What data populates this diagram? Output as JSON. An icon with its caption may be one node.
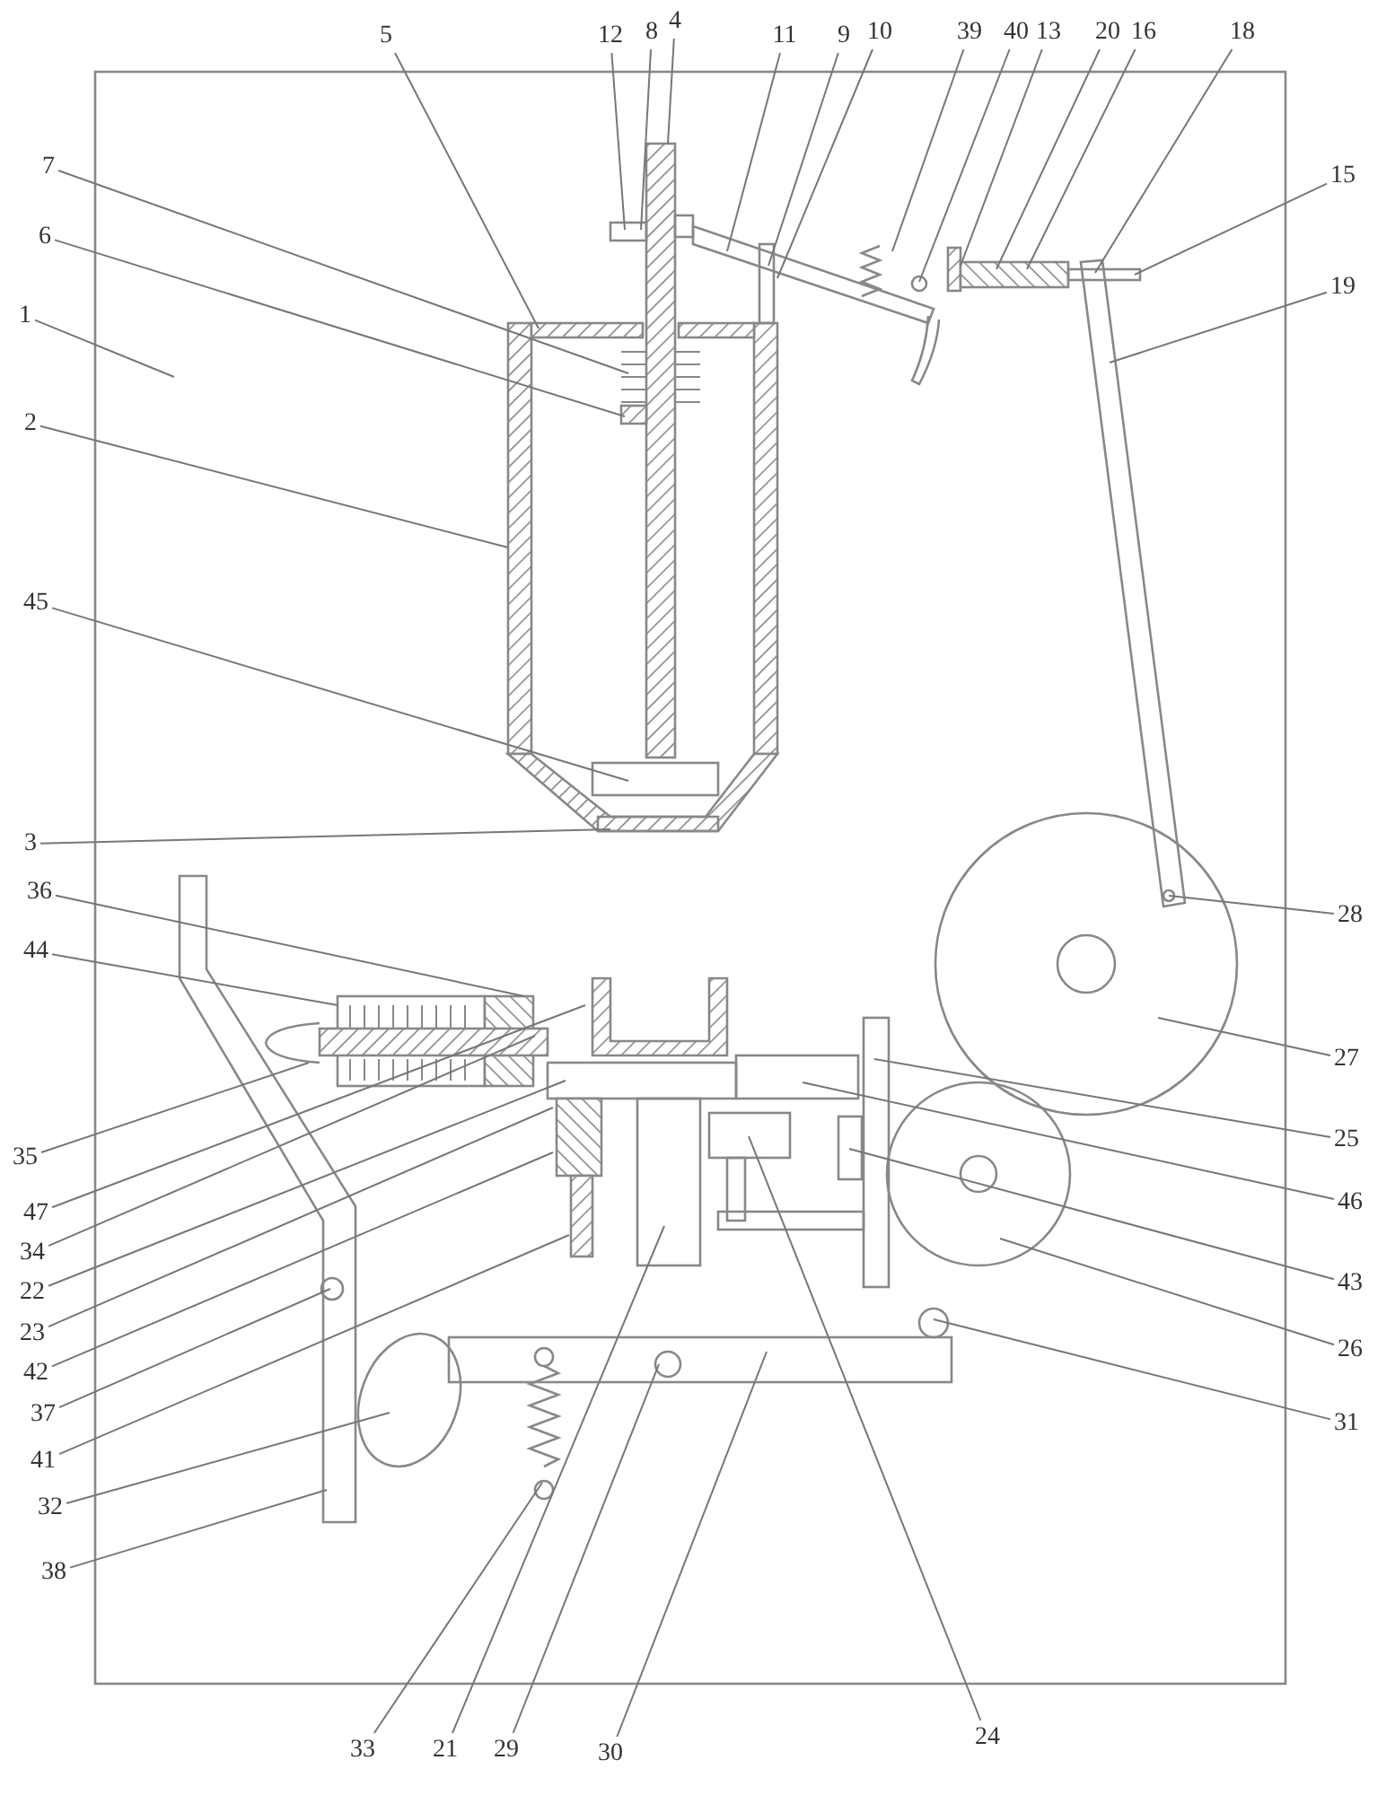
{
  "diagram": {
    "nodes": [
      {
        "text": [
          "5"
        ]
      },
      {
        "text": [
          "12"
        ]
      },
      {
        "text": [
          "8"
        ]
      },
      {
        "text": [
          "4"
        ]
      },
      {
        "text": [
          "11"
        ]
      },
      {
        "text": [
          "9"
        ]
      },
      {
        "text": [
          "10"
        ]
      },
      {
        "text": [
          "39"
        ]
      },
      {
        "text": [
          "40"
        ]
      },
      {
        "text": [
          "13"
        ]
      },
      {
        "text": [
          "20"
        ]
      },
      {
        "text": [
          "16"
        ]
      },
      {
        "text": [
          "18"
        ]
      },
      {
        "text": [
          "15"
        ]
      },
      {
        "text": [
          "7"
        ]
      },
      {
        "text": [
          "19"
        ]
      },
      {
        "text": [
          "6"
        ]
      },
      {
        "text": [
          "1"
        ]
      },
      {
        "text": [
          "2"
        ]
      },
      {
        "text": [
          "45"
        ]
      },
      {
        "text": [
          "3"
        ]
      },
      {
        "text": [
          "36"
        ]
      },
      {
        "text": [
          "28"
        ]
      },
      {
        "text": [
          "44"
        ]
      },
      {
        "text": [
          "27"
        ]
      },
      {
        "text": [
          "35"
        ]
      },
      {
        "text": [
          "25"
        ]
      },
      {
        "text": [
          "47"
        ]
      },
      {
        "text": [
          "46"
        ]
      },
      {
        "text": [
          "34"
        ]
      },
      {
        "text": [
          "43"
        ]
      },
      {
        "text": [
          "22"
        ]
      },
      {
        "text": [
          "23"
        ]
      },
      {
        "text": [
          "26"
        ]
      },
      {
        "text": [
          "42"
        ]
      },
      {
        "text": [
          "37"
        ]
      },
      {
        "text": [
          "31"
        ]
      },
      {
        "text": [
          "41"
        ]
      },
      {
        "text": [
          "32"
        ]
      },
      {
        "text": [
          "38"
        ]
      },
      {
        "text": [
          "24"
        ]
      },
      {
        "text": [
          "33"
        ]
      },
      {
        "text": [
          "21"
        ]
      },
      {
        "text": [
          "29"
        ]
      },
      {
        "text": [
          "30"
        ]
      }
    ],
    "edges": [
      {
        "from": 0,
        "to": null,
        "arrow": "none"
      },
      {
        "from": 1,
        "to": null,
        "arrow": "none"
      },
      {
        "from": 2,
        "to": null,
        "arrow": "none"
      },
      {
        "from": 3,
        "to": null,
        "arrow": "none"
      },
      {
        "from": 4,
        "to": null,
        "arrow": "none"
      },
      {
        "from": 5,
        "to": null,
        "arrow": "none"
      },
      {
        "from": 6,
        "to": null,
        "arrow": "none"
      },
      {
        "from": 7,
        "to": null,
        "arrow": "none"
      },
      {
        "from": 8,
        "to": null,
        "arrow": "none"
      },
      {
        "from": 9,
        "to": null,
        "arrow": "none"
      },
      {
        "from": 10,
        "to": null,
        "arrow": "none"
      },
      {
        "from": 11,
        "to": null,
        "arrow": "none"
      },
      {
        "from": 12,
        "to": null,
        "arrow": "none"
      },
      {
        "from": 13,
        "to": null,
        "arrow": "none"
      },
      {
        "from": 14,
        "to": null,
        "arrow": "none"
      },
      {
        "from": 15,
        "to": null,
        "arrow": "none"
      },
      {
        "from": 16,
        "to": null,
        "arrow": "none"
      },
      {
        "from": 17,
        "to": null,
        "arrow": "none"
      },
      {
        "from": 18,
        "to": null,
        "arrow": "none"
      },
      {
        "from": 19,
        "to": null,
        "arrow": "none"
      },
      {
        "from": 20,
        "to": null,
        "arrow": "none"
      },
      {
        "from": 21,
        "to": null,
        "arrow": "none"
      },
      {
        "from": 22,
        "to": null,
        "arrow": "none"
      },
      {
        "from": 23,
        "to": null,
        "arrow": "none"
      },
      {
        "from": 24,
        "to": null,
        "arrow": "none"
      },
      {
        "from": 25,
        "to": null,
        "arrow": "none"
      },
      {
        "from": 26,
        "to": null,
        "arrow": "none"
      },
      {
        "from": 27,
        "to": null,
        "arrow": "none"
      },
      {
        "from": 28,
        "to": null,
        "arrow": "none"
      },
      {
        "from": 29,
        "to": null,
        "arrow": "none"
      },
      {
        "from": 30,
        "to": null,
        "arrow": "none"
      },
      {
        "from": 31,
        "to": null,
        "arrow": "none"
      },
      {
        "from": 32,
        "to": null,
        "arrow": "none"
      },
      {
        "from": 33,
        "to": null,
        "arrow": "none"
      },
      {
        "from": 34,
        "to": null,
        "arrow": "none"
      },
      {
        "from": 35,
        "to": null,
        "arrow": "none"
      },
      {
        "from": 36,
        "to": null,
        "arrow": "none"
      },
      {
        "from": 37,
        "to": null,
        "arrow": "none"
      },
      {
        "from": 38,
        "to": null,
        "arrow": "none"
      },
      {
        "from": 39,
        "to": null,
        "arrow": "none"
      },
      {
        "from": 40,
        "to": null,
        "arrow": "none"
      },
      {
        "from": 41,
        "to": null,
        "arrow": "none"
      },
      {
        "from": 42,
        "to": null,
        "arrow": "none"
      },
      {
        "from": 43,
        "to": null,
        "arrow": "none"
      },
      {
        "from": 44,
        "to": null,
        "arrow": "none"
      }
    ]
  }
}
